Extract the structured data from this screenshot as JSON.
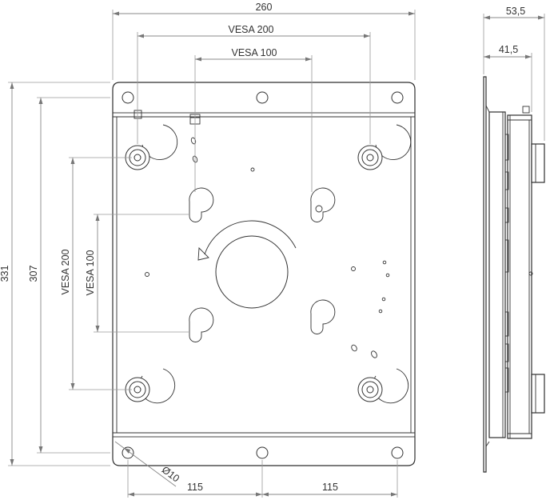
{
  "drawing": {
    "width_label": "260",
    "vesa200_horizontal_label": "VESA 200",
    "vesa100_horizontal_label": "VESA 100",
    "height_label": "331",
    "inner_height_label": "307",
    "vesa200_vertical_label": "VESA 200",
    "vesa100_vertical_label": "VESA 100",
    "hole_diameter_label": "Ø10",
    "spacing_left_label": "115",
    "spacing_right_label": "115",
    "side_total_depth_label": "53,5",
    "side_depth_label": "41,5"
  }
}
